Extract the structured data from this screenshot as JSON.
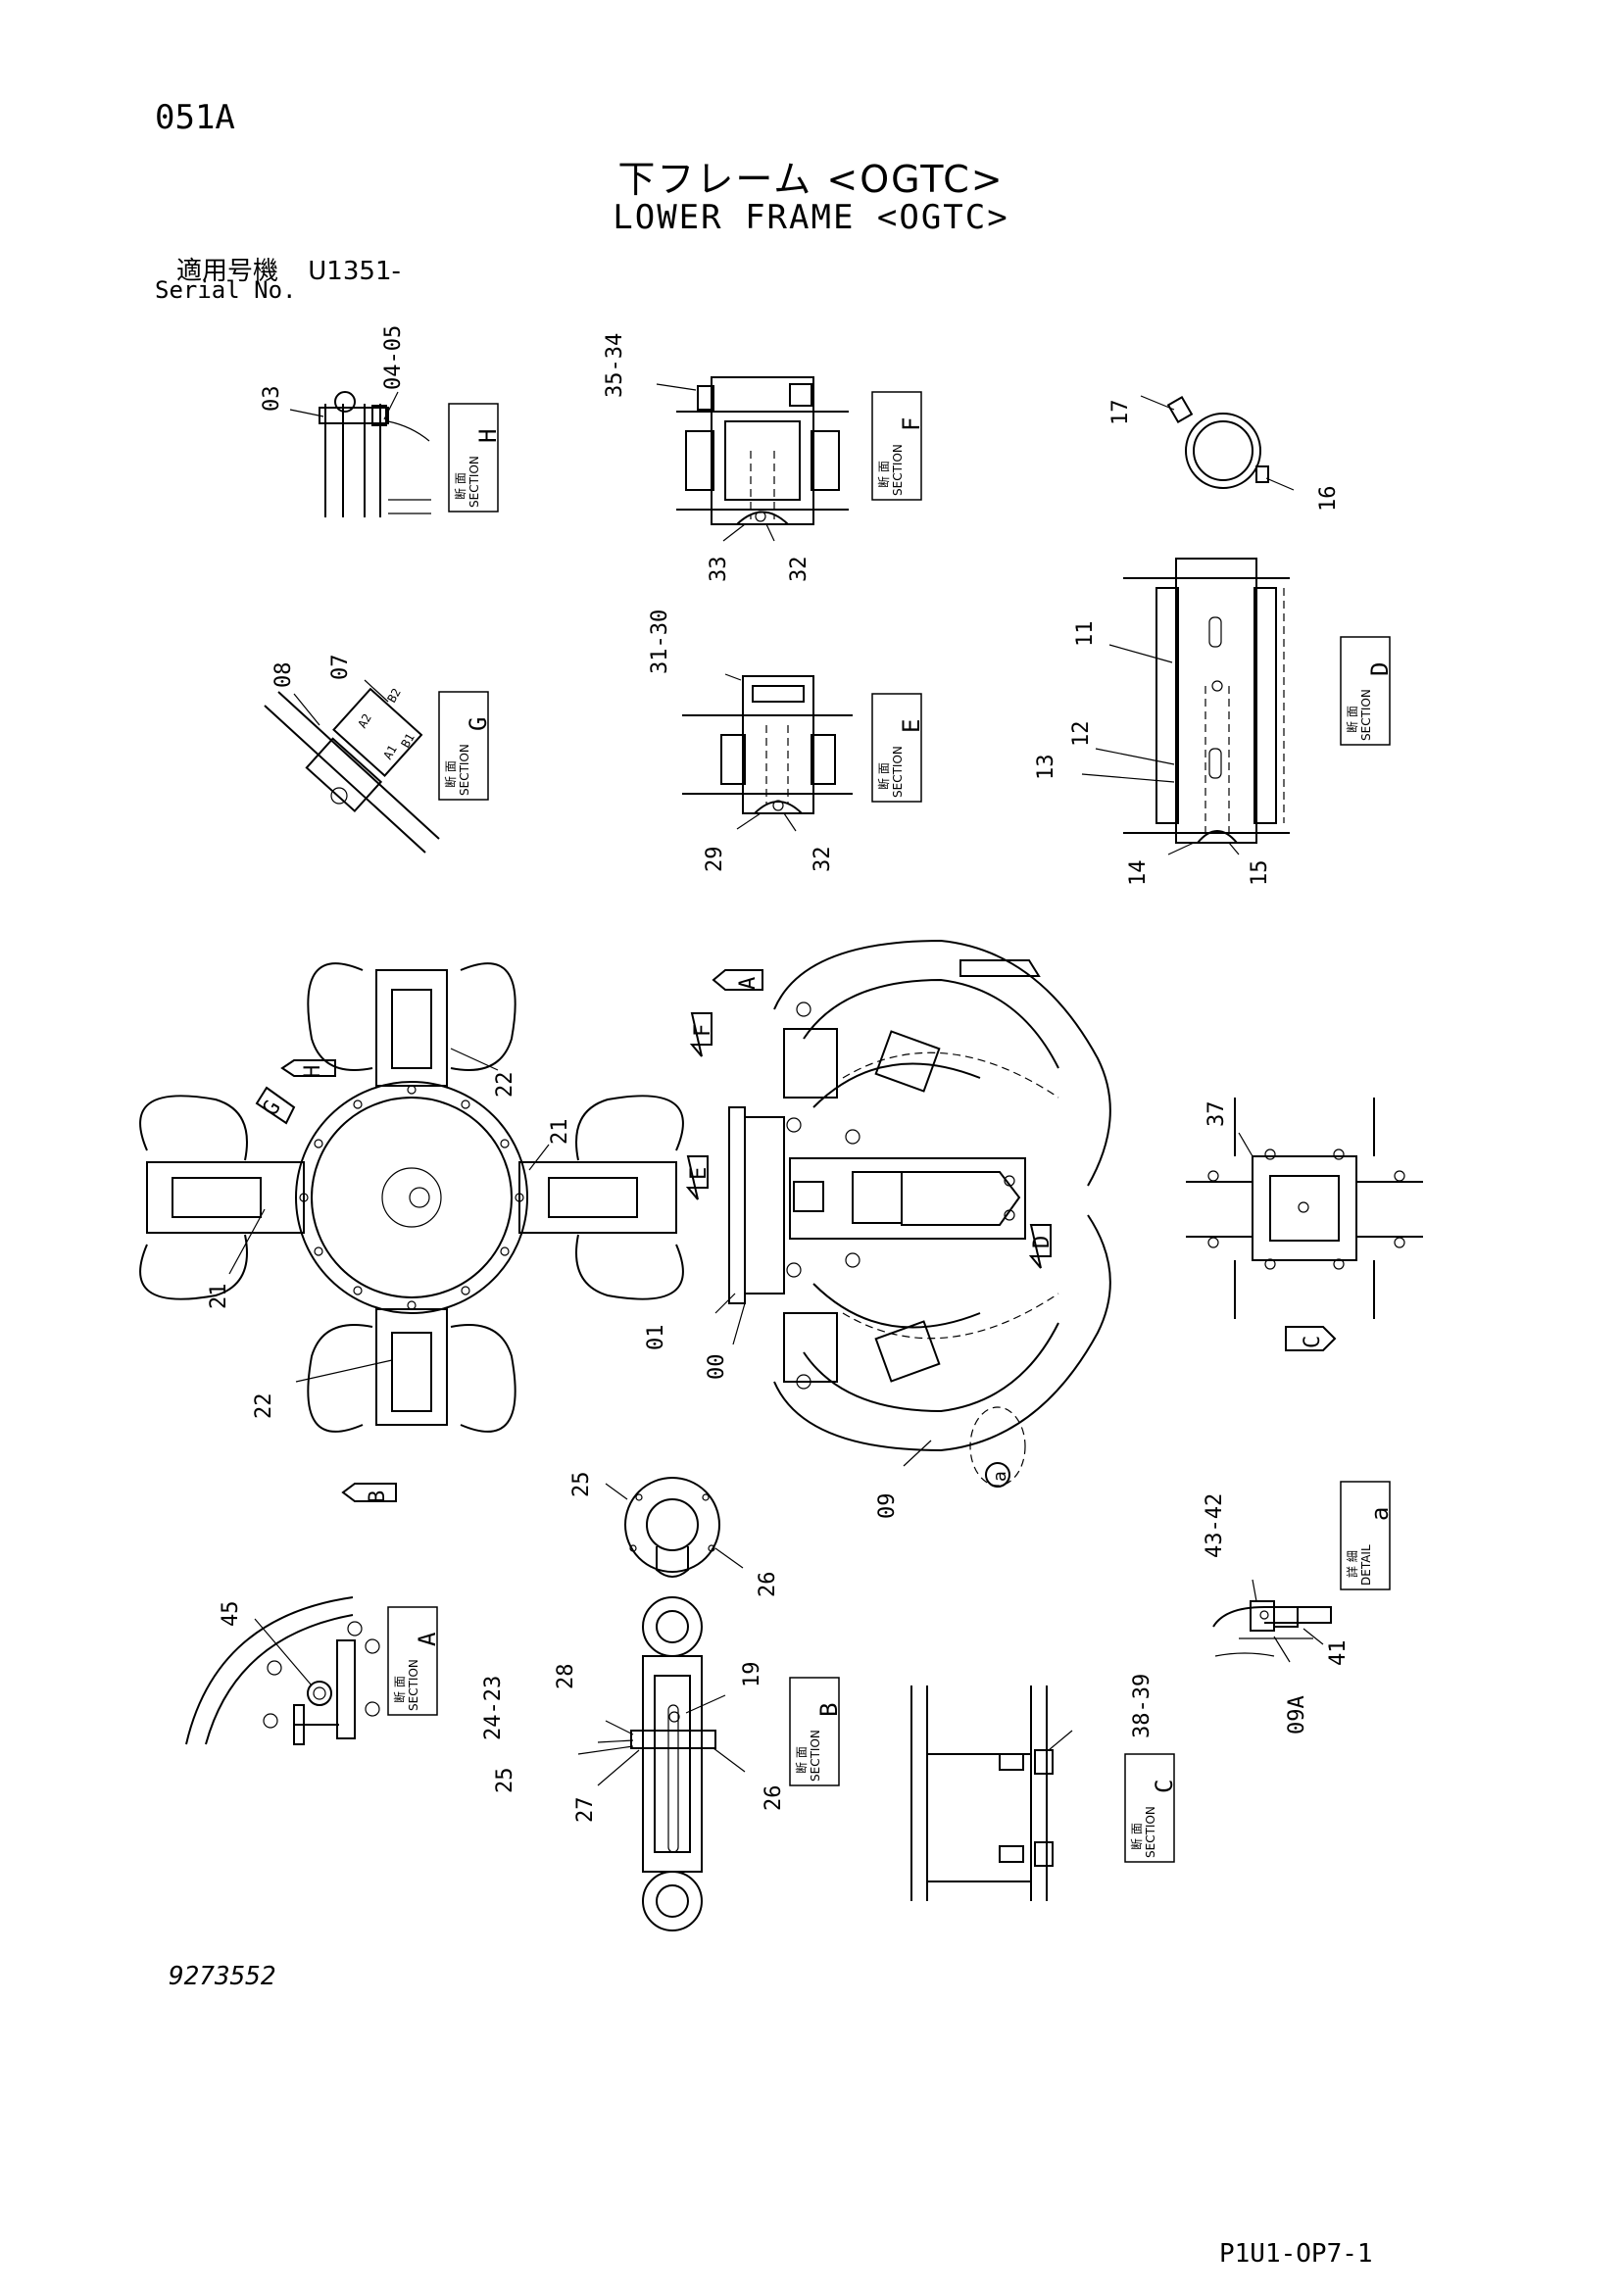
{
  "header": {
    "page_code": "051A",
    "title_jp": "下フレーム <OGTC>",
    "title_en": "LOWER FRAME <OGTC>",
    "serial_label_jp": "適用号機",
    "serial_value": "U1351-",
    "serial_label_en": "Serial No."
  },
  "footer": {
    "document_number": "9273552",
    "sheet_reference": "P1U1-OP7-1"
  },
  "section_labels": {
    "jp_section": "断 面",
    "jp_detail": "詳 細",
    "en_section": "SECTION",
    "en_detail": "DETAIL",
    "H": "H",
    "F": "F",
    "G": "G",
    "E": "E",
    "D": "D",
    "A": "A",
    "B": "B",
    "C": "C",
    "a": "a"
  },
  "view_arrows": [
    "A",
    "F",
    "E",
    "D",
    "H",
    "G",
    "B",
    "C",
    "a"
  ],
  "callouts": {
    "c03": "03",
    "c04_05": "04\n-\n05",
    "c35_34": "35\n-\n34",
    "c33": "33",
    "c32a": "32",
    "c17": "17",
    "c16": "16",
    "c08": "08",
    "c07": "07",
    "c31_30": "31\n-\n30",
    "c29": "29",
    "c32b": "32",
    "c11": "11",
    "c12": "12",
    "c13": "13",
    "c14": "14",
    "c15": "15",
    "c22a": "22",
    "c21a": "21",
    "c21b": "21",
    "c22b": "22",
    "c01": "01",
    "c00": "00",
    "c09": "09",
    "c37": "37",
    "c25a": "25",
    "c26a": "26",
    "c43_42": "43\n-\n42",
    "c41": "41",
    "c09A": "09A",
    "c45": "45",
    "c24_23": "24\n-\n23",
    "c28": "28",
    "c19": "19",
    "c25b": "25",
    "c27": "27",
    "c26b": "26",
    "c38_39": "38\n-\n39",
    "boxA1": "A1",
    "boxB1": "B1",
    "boxA2": "A2",
    "boxB2": "B2"
  }
}
